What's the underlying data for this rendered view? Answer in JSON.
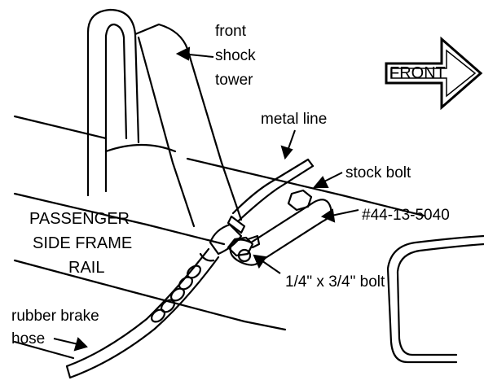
{
  "labels": {
    "front_shock_tower": [
      "front",
      "shock",
      "tower"
    ],
    "front_arrow": "FRONT",
    "metal_line": "metal line",
    "stock_bolt": "stock bolt",
    "part_number": "#44-13-5040",
    "passenger_rail": [
      "PASSENGER",
      "SIDE FRAME",
      "RAIL"
    ],
    "bolt_size": "1/4\" x 3/4\" bolt",
    "rubber_brake_hose": [
      "rubber brake",
      "hose"
    ]
  },
  "colors": {
    "ink": "#000000",
    "paper": "#ffffff"
  }
}
